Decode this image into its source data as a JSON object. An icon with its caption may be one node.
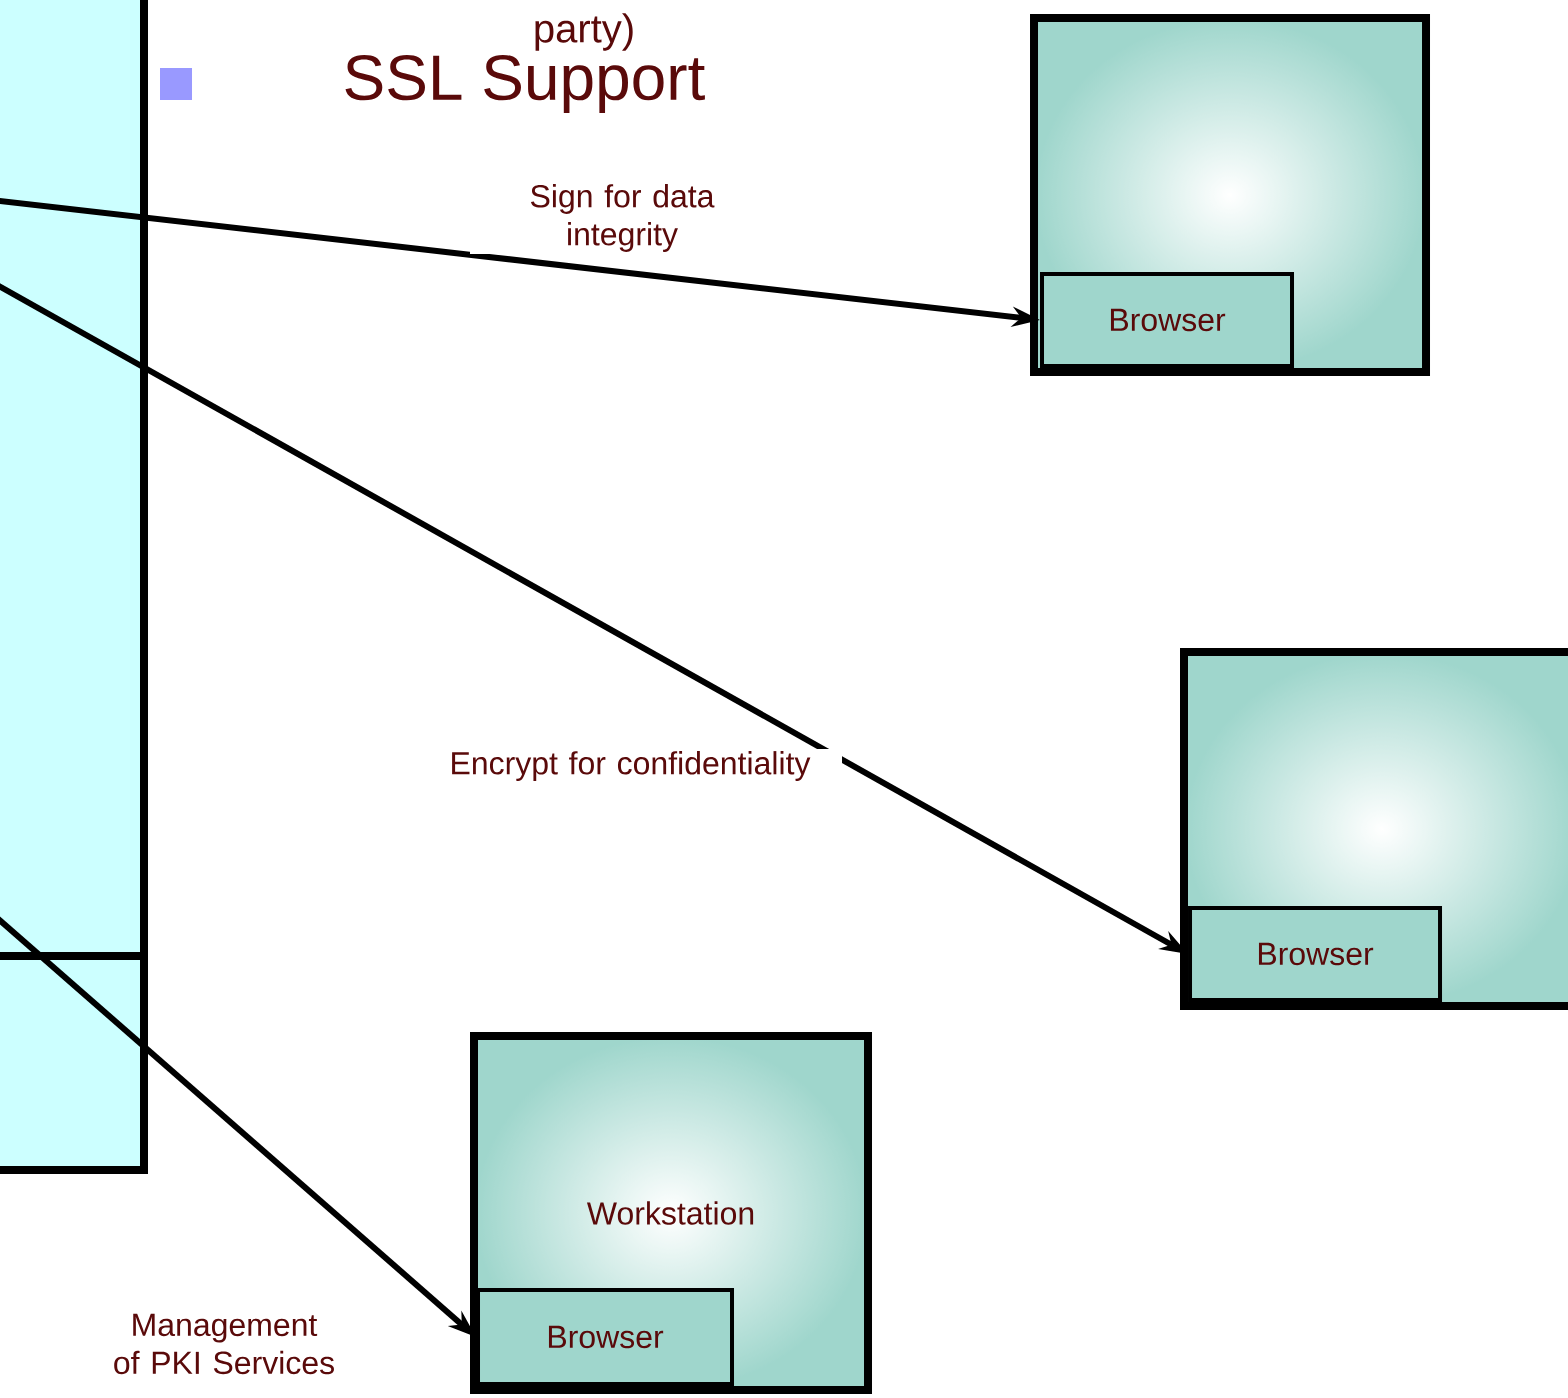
{
  "diagram": {
    "nodes": [
      {
        "text": [],
        "shape": "box"
      },
      {
        "text": [],
        "shape": "box"
      },
      {
        "text": [
          "Browser"
        ],
        "in": 1
      },
      {
        "text": [],
        "shape": "box"
      },
      {
        "text": [
          "Browser"
        ],
        "in": 3
      },
      {
        "text": [
          "Workstation"
        ]
      },
      {
        "text": [
          "Browser"
        ],
        "in": 5
      }
    ],
    "edges": [
      {
        "from": 0,
        "to": 2,
        "arrow": "to",
        "label": "Sign for data integrity"
      },
      {
        "from": 0,
        "to": 4,
        "arrow": "to",
        "label": "Encrypt for confidentiality"
      },
      {
        "from": 0,
        "to": 6,
        "arrow": "to",
        "label": "Management of PKI Services"
      }
    ],
    "labels": [
      "party)",
      "SSL Support"
    ]
  }
}
